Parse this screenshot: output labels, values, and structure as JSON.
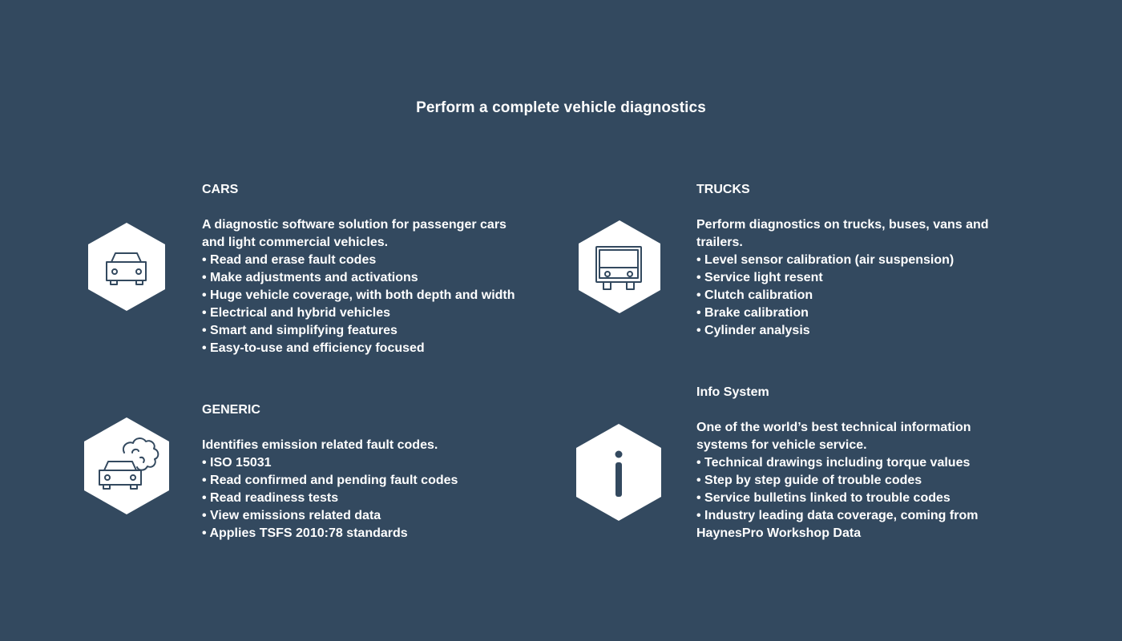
{
  "page": {
    "title": "Perform a complete vehicle diagnostics",
    "background_color": "#33495f"
  },
  "sections": {
    "cars": {
      "heading": "CARS",
      "icon": "car-icon",
      "lines": [
        "A diagnostic software solution for passenger cars",
        "and light commercial vehicles.",
        "• Read and erase fault codes",
        "• Make adjustments and activations",
        "• Huge vehicle coverage, with both depth and width",
        "• Electrical and hybrid vehicles",
        "• Smart and simplifying features",
        "• Easy-to-use and efficiency focused"
      ]
    },
    "trucks": {
      "heading": "TRUCKS",
      "icon": "truck-icon",
      "lines": [
        "Perform diagnostics on trucks, buses, vans and",
        "trailers.",
        "• Level sensor calibration (air suspension)",
        "• Service light resent",
        "• Clutch calibration",
        "• Brake calibration",
        "• Cylinder analysis"
      ]
    },
    "generic": {
      "heading": "GENERIC",
      "icon": "car-emission-icon",
      "lines": [
        "Identifies emission related fault codes.",
        "• ISO 15031",
        "• Read confirmed and pending fault codes",
        "• Read readiness tests",
        "• View emissions related data",
        "• Applies TSFS 2010:78 standards"
      ]
    },
    "info": {
      "heading": "Info System",
      "icon": "info-icon",
      "lines": [
        "One of the world’s best technical information",
        "systems for vehicle service.",
        "• Technical drawings including torque values",
        "• Step by step guide of trouble codes",
        "• Service bulletins linked to trouble codes",
        "• Industry leading data coverage, coming from",
        "HaynesPro Workshop Data"
      ]
    }
  }
}
